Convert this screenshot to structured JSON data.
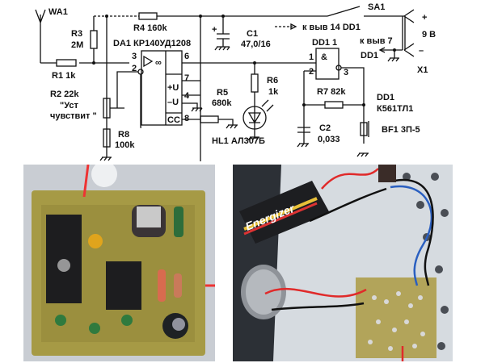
{
  "schematic": {
    "antenna": "WA1",
    "r1": "R1 1k",
    "r3_name": "R3",
    "r3_value": "2M",
    "r4": "R4 160k",
    "da1": "DA1 КР140УД1208",
    "c1_name": "C1",
    "c1_value": "47,0/16",
    "plus_sign": "+",
    "to_pin14": "к выв  14 DD1",
    "sa1": "SA1",
    "to_pin7": "к выв  7",
    "dd1_ref": "DD1",
    "battery_plus": "+",
    "battery_voltage": "9 В",
    "battery_minus": "–",
    "x1": "X1",
    "dd1_gate": "DD1 1",
    "and_symbol": "&",
    "r2_name": "R2 22k",
    "r2_note_1": "\"Уст",
    "r2_note_2": "чувствит \"",
    "r8_name": "R8",
    "r8_value": "100k",
    "r5_name": "R5",
    "r5_value": "680k",
    "r6_name": "R6",
    "r6_value": "1k",
    "hl1": "HL1 АЛ307Б",
    "r7": "R7 82k",
    "c2_name": "C2",
    "c2_value": "0,033",
    "dd1_name": "DD1",
    "dd1_type": "К561ТЛ1",
    "bf1": "BF1 3П-5",
    "opamp_inf": "∞",
    "pin_plus_u": "+U",
    "pin_minus_u": "–U",
    "pin_cc": "CC",
    "pins": {
      "p3": "3",
      "p2": "2",
      "p6": "6",
      "p7": "7",
      "p4": "4",
      "p8": "8",
      "g1": "1",
      "g2": "2",
      "g3": "3"
    }
  },
  "photos": {
    "left": {
      "subject": "assembled PCB component side",
      "brand_text": ""
    },
    "right": {
      "subject": "PCB wired to battery, switch and piezo",
      "battery_brand": "Energizer"
    }
  }
}
